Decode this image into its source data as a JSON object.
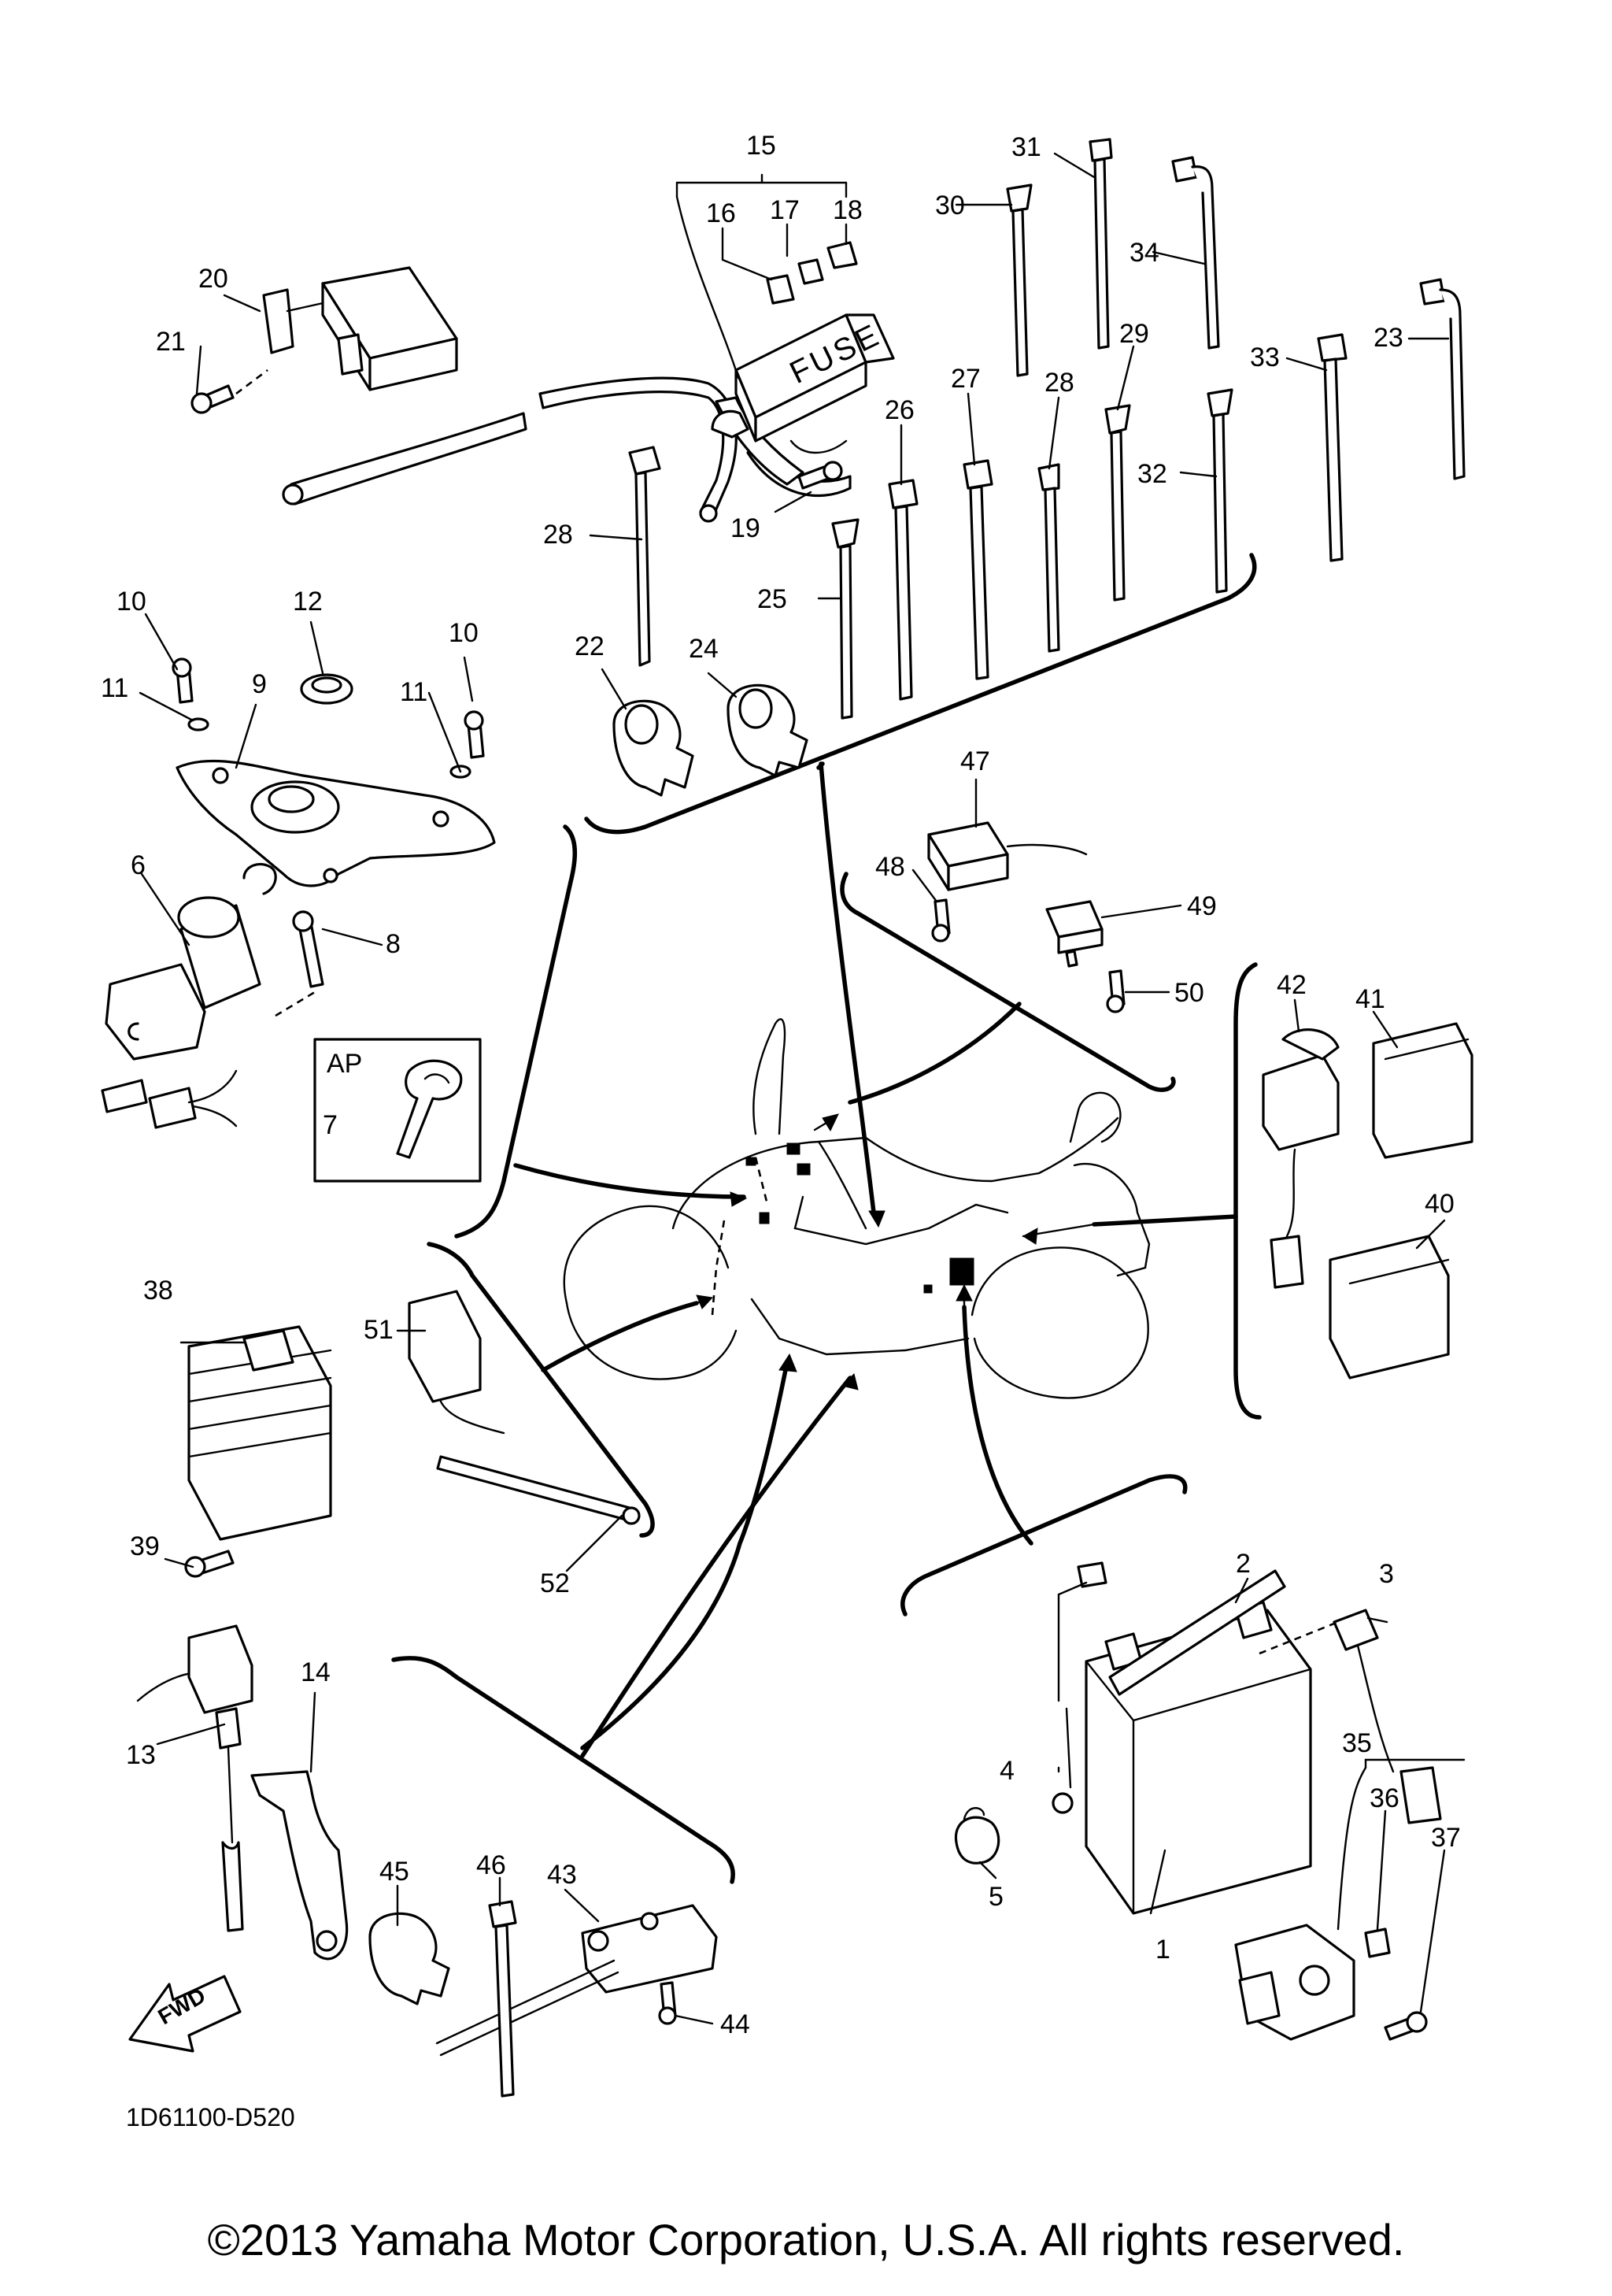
{
  "diagram": {
    "fuse_label": "FUSE",
    "ap_label": "AP",
    "fwd_label": "FWD",
    "drawing_code": "1D61100-D520"
  },
  "footer": {
    "copyright": "©2013 Yamaha Motor Corporation, U.S.A. All rights reserved."
  },
  "callouts": [
    "1",
    "2",
    "3",
    "4",
    "5",
    "6",
    "7",
    "8",
    "9",
    "10",
    "10",
    "11",
    "11",
    "12",
    "13",
    "14",
    "15",
    "16",
    "17",
    "18",
    "19",
    "20",
    "21",
    "22",
    "23",
    "24",
    "25",
    "26",
    "27",
    "28",
    "28",
    "29",
    "30",
    "31",
    "32",
    "33",
    "34",
    "35",
    "36",
    "37",
    "38",
    "39",
    "40",
    "41",
    "42",
    "43",
    "44",
    "45",
    "46",
    "47",
    "48",
    "49",
    "50",
    "51",
    "52"
  ]
}
